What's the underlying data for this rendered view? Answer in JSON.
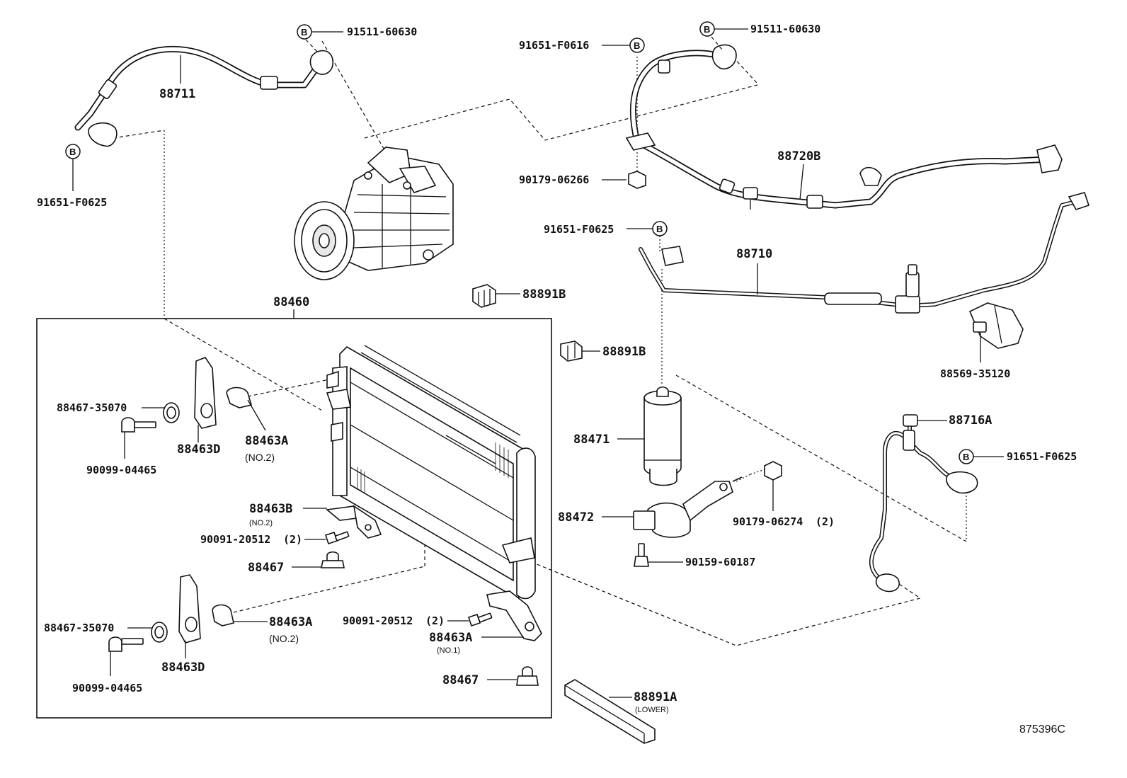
{
  "labels": {
    "hose_88711": "88711",
    "bolt_91511_left": "91511-60630",
    "bolt_91651_left": "91651-F0625",
    "bolt_91651_top_right": "91651-F0616",
    "bolt_91511_right": "91511-60630",
    "nut_90179_06266": "90179-06266",
    "hose_88720b": "88720B",
    "bolt_91651_mid": "91651-F0625",
    "tube_88710": "88710",
    "cushion_88891b_upper": "88891B",
    "cushion_88891b_lower": "88891B",
    "condenser_88460": "88460",
    "switch_88569": "88569-35120",
    "tube_88716a": "88716A",
    "bolt_91651_lower_right": "91651-F0625",
    "receiver_88471": "88471",
    "bracket_88472": "88472",
    "nut_90179_06274": "90179-06274",
    "nut_90179_06274_qty": "(2)",
    "bolt_90159_60187": "90159-60187",
    "cushion_88467_35070_upper": "88467-35070",
    "bolt_90099_upper": "90099-04465",
    "bracket_88463d_upper": "88463D",
    "bracket_88463a_upper": "88463A",
    "bracket_88463a_upper_note": "(NO.2)",
    "bracket_88463b": "88463B",
    "bracket_88463b_note": "(NO.2)",
    "bolt_90091_upper": "90091-20512",
    "bolt_90091_upper_qty": "(2)",
    "clip_88467_upper": "88467",
    "cushion_88467_35070_lower": "88467-35070",
    "bolt_90099_lower": "90099-04465",
    "bracket_88463d_lower": "88463D",
    "bracket_88463a_lower": "88463A",
    "bracket_88463a_lower_note": "(NO.2)",
    "bolt_90091_lower": "90091-20512",
    "bolt_90091_lower_qty": "(2)",
    "bracket_88463a_no1": "88463A",
    "bracket_88463a_no1_note": "(NO.1)",
    "clip_88467_lower": "88467",
    "seal_88891a": "88891A",
    "seal_88891a_note": "(LOWER)",
    "reference_number": "875396C"
  },
  "markers": {
    "b": "B"
  },
  "icons": {
    "compressor": "ac-compressor-icon",
    "condenser": "condenser-core-icon",
    "receiver": "receiver-dryer-icon"
  }
}
